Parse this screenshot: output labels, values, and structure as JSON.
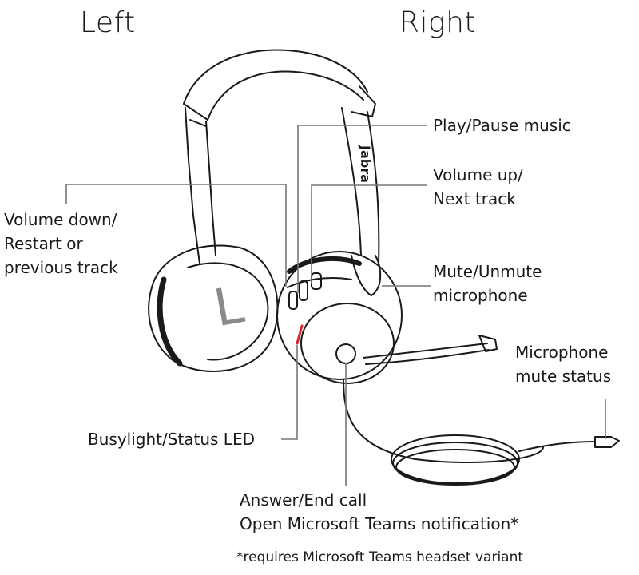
{
  "headers": {
    "left": "Left",
    "right": "Right"
  },
  "brand": "Jabra",
  "earcup_letter": "L",
  "callouts": {
    "play_pause": "Play/Pause music",
    "volume_up": [
      "Volume up/",
      "Next track"
    ],
    "volume_down": [
      "Volume down/",
      "Restart or",
      "previous track"
    ],
    "mute_unmute": [
      "Mute/Unmute",
      "microphone"
    ],
    "mic_mute_status": [
      "Microphone",
      "mute status"
    ],
    "busylight": "Busylight/Status LED",
    "answer_end": [
      "Answer/End call",
      "Open Microsoft Teams notification*"
    ]
  },
  "footnote": "*requires Microsoft Teams headset variant",
  "colors": {
    "line": "#1a1a1a",
    "leader": "#777777",
    "led": "#d9232e",
    "letter": "#8a8a8a"
  }
}
